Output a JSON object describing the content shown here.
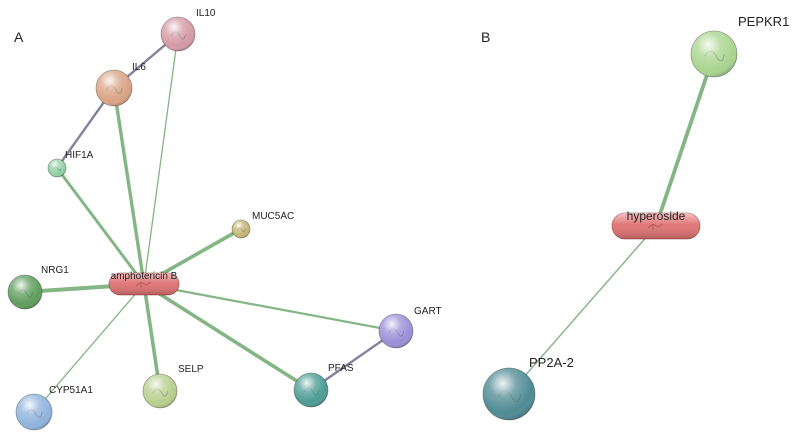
{
  "panels": [
    {
      "label": "A",
      "center": {
        "name": "amphotericin B",
        "color": "#e07272"
      },
      "nodes": [
        {
          "id": "IL10",
          "label": "IL10",
          "color": "#d49aa4"
        },
        {
          "id": "IL6",
          "label": "IL6",
          "color": "#d9a383"
        },
        {
          "id": "HIF1A",
          "label": "HIF1A",
          "color": "#8fd0a4"
        },
        {
          "id": "MUC5AC",
          "label": "MUC5AC",
          "color": "#c4b574"
        },
        {
          "id": "NRG1",
          "label": "NRG1",
          "color": "#5e9d5c"
        },
        {
          "id": "GART",
          "label": "GART",
          "color": "#9a8fd8"
        },
        {
          "id": "PFAS",
          "label": "PFAS",
          "color": "#4b9c94"
        },
        {
          "id": "SELP",
          "label": "SELP",
          "color": "#b7cf8e"
        },
        {
          "id": "CYP51A1",
          "label": "CYP51A1",
          "color": "#8fb3dd"
        }
      ],
      "edges": [
        {
          "from": "center",
          "to": "IL10",
          "kind": "chemical"
        },
        {
          "from": "center",
          "to": "IL6",
          "kind": "chemical"
        },
        {
          "from": "center",
          "to": "HIF1A",
          "kind": "chemical"
        },
        {
          "from": "center",
          "to": "MUC5AC",
          "kind": "chemical"
        },
        {
          "from": "center",
          "to": "NRG1",
          "kind": "chemical"
        },
        {
          "from": "center",
          "to": "GART",
          "kind": "chemical"
        },
        {
          "from": "center",
          "to": "PFAS",
          "kind": "chemical"
        },
        {
          "from": "center",
          "to": "SELP",
          "kind": "chemical"
        },
        {
          "from": "center",
          "to": "CYP51A1",
          "kind": "chemical"
        },
        {
          "from": "IL6",
          "to": "IL10",
          "kind": "protein"
        },
        {
          "from": "IL6",
          "to": "HIF1A",
          "kind": "protein"
        },
        {
          "from": "PFAS",
          "to": "GART",
          "kind": "protein"
        }
      ]
    },
    {
      "label": "B",
      "center": {
        "name": "hyperoside",
        "color": "#e07272"
      },
      "nodes": [
        {
          "id": "PEPKR1",
          "label": "PEPKR1",
          "color": "#a9d48e"
        },
        {
          "id": "PP2A-2",
          "label": "PP2A-2",
          "color": "#4f8a93"
        }
      ],
      "edges": [
        {
          "from": "center",
          "to": "PEPKR1",
          "kind": "chemical"
        },
        {
          "from": "center",
          "to": "PP2A-2",
          "kind": "chemical"
        }
      ]
    }
  ],
  "edge_colors": {
    "chemical": "#6fa86f",
    "protein": "#7d7a98"
  }
}
